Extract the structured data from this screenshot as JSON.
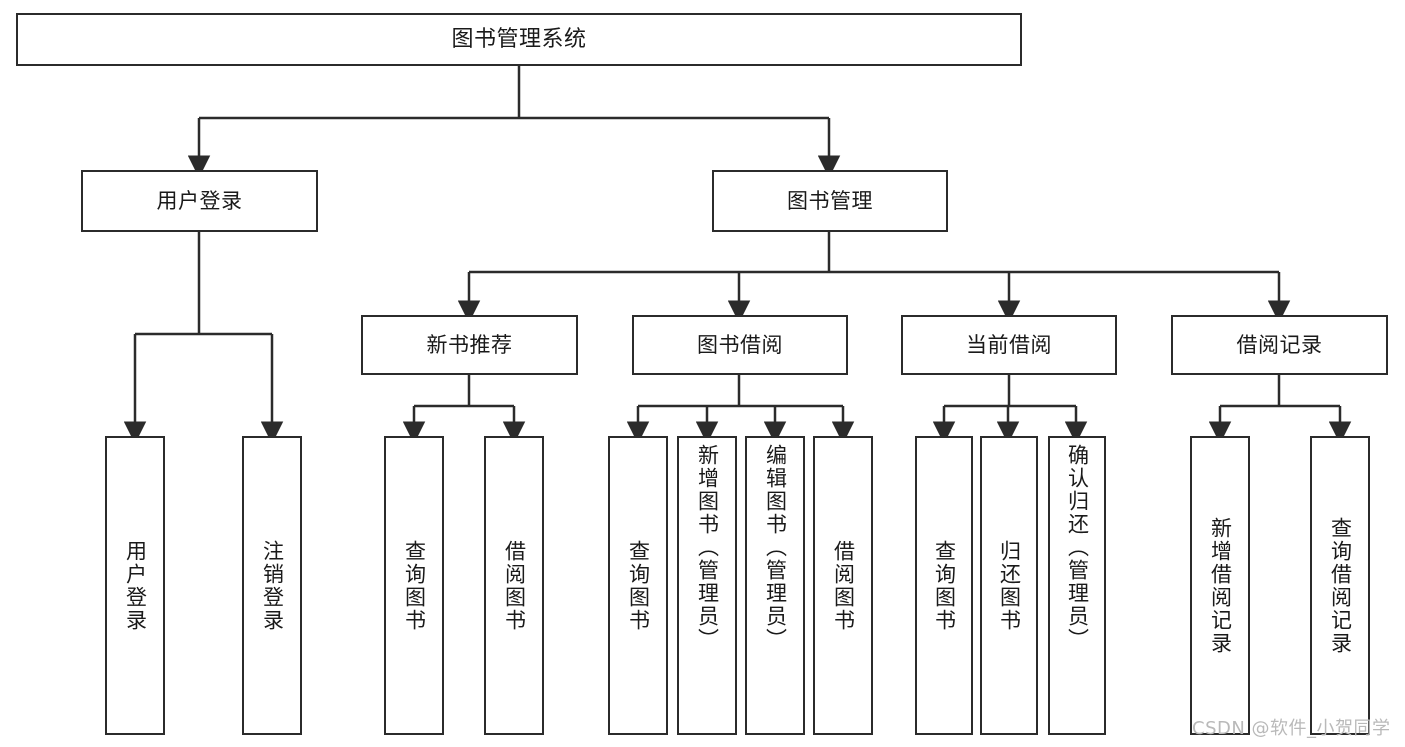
{
  "diagram": {
    "title": "图书管理系统",
    "type": "tree-hierarchy",
    "watermark": "CSDN @软件_小贺同学",
    "colors": {
      "background": "#ffffff",
      "node_border": "#2b2b2b",
      "node_fill": "#ffffff",
      "edge": "#2b2b2b",
      "text": "#1a1a1a",
      "watermark": "#b9b9b9"
    },
    "nodes": {
      "root": {
        "label": "图书管理系统"
      },
      "level1": [
        {
          "label": "用户登录"
        },
        {
          "label": "图书管理"
        }
      ],
      "level2": [
        {
          "label": "新书推荐"
        },
        {
          "label": "图书借阅"
        },
        {
          "label": "当前借阅"
        },
        {
          "label": "借阅记录"
        }
      ],
      "leaves_user_login": [
        {
          "label": "用户登录"
        },
        {
          "label": "注销登录"
        }
      ],
      "leaves_new_book": [
        {
          "label": "查询图书"
        },
        {
          "label": "借阅图书"
        }
      ],
      "leaves_borrow": [
        {
          "label": "查询图书"
        },
        {
          "label": "新增图书（管理员）"
        },
        {
          "label": "编辑图书（管理员）"
        },
        {
          "label": "借阅图书"
        }
      ],
      "leaves_current": [
        {
          "label": "查询图书"
        },
        {
          "label": "归还图书"
        },
        {
          "label": "确认归还（管理员）"
        }
      ],
      "leaves_records": [
        {
          "label": "新增借阅记录"
        },
        {
          "label": "查询借阅记录"
        }
      ]
    }
  }
}
